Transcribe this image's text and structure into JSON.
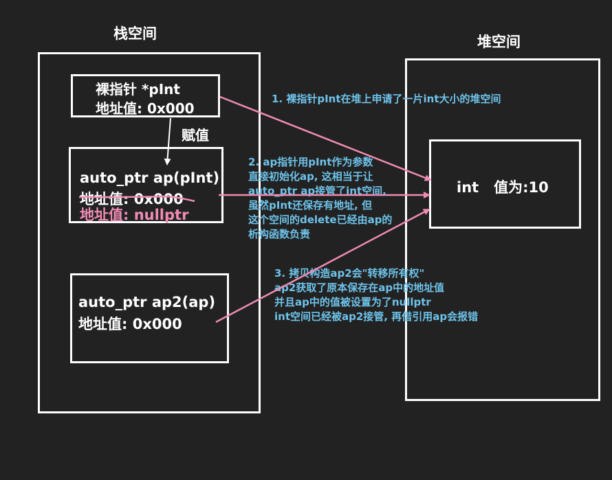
{
  "regions": {
    "stack_title": "栈空间",
    "heap_title": "堆空间"
  },
  "raw_pointer_box": {
    "name_line": "裸指针 *pInt",
    "addr_line": "地址值: 0x000"
  },
  "assign_label": "赋值",
  "ap_box": {
    "name_line": "auto_ptr ap(pInt)",
    "addr_line": "地址值: 0x000",
    "new_addr_line": "地址值: nullptr"
  },
  "ap2_box": {
    "name_line": "auto_ptr ap2(ap)",
    "addr_line": "地址值: 0x000"
  },
  "heap_box": {
    "label": "int   值为:10"
  },
  "notes": {
    "note1": "1. 裸指针pInt在堆上申请了一片int大小的堆空间",
    "note2_lines": [
      "2. ap指针用pInt作为参数",
      "直接初始化ap, 这相当于让",
      "auto_ptr ap接管了int空间,",
      "虽然pInt还保存有地址, 但",
      "这个空间的delete已经由ap的",
      "析构函数负责"
    ],
    "note3_lines": [
      "3. 拷贝构造ap2会\"转移所有权\"",
      "ap2获取了原本保存在ap中的地址值",
      "并且ap中的值被设置为了nullptr",
      "int空间已经被ap2接管, 再借引用ap会报错"
    ]
  },
  "colors": {
    "background": "#222222",
    "box_border": "#ffffff",
    "arrow_pink": "#f08cb4",
    "note_blue": "#6ec3ea"
  }
}
